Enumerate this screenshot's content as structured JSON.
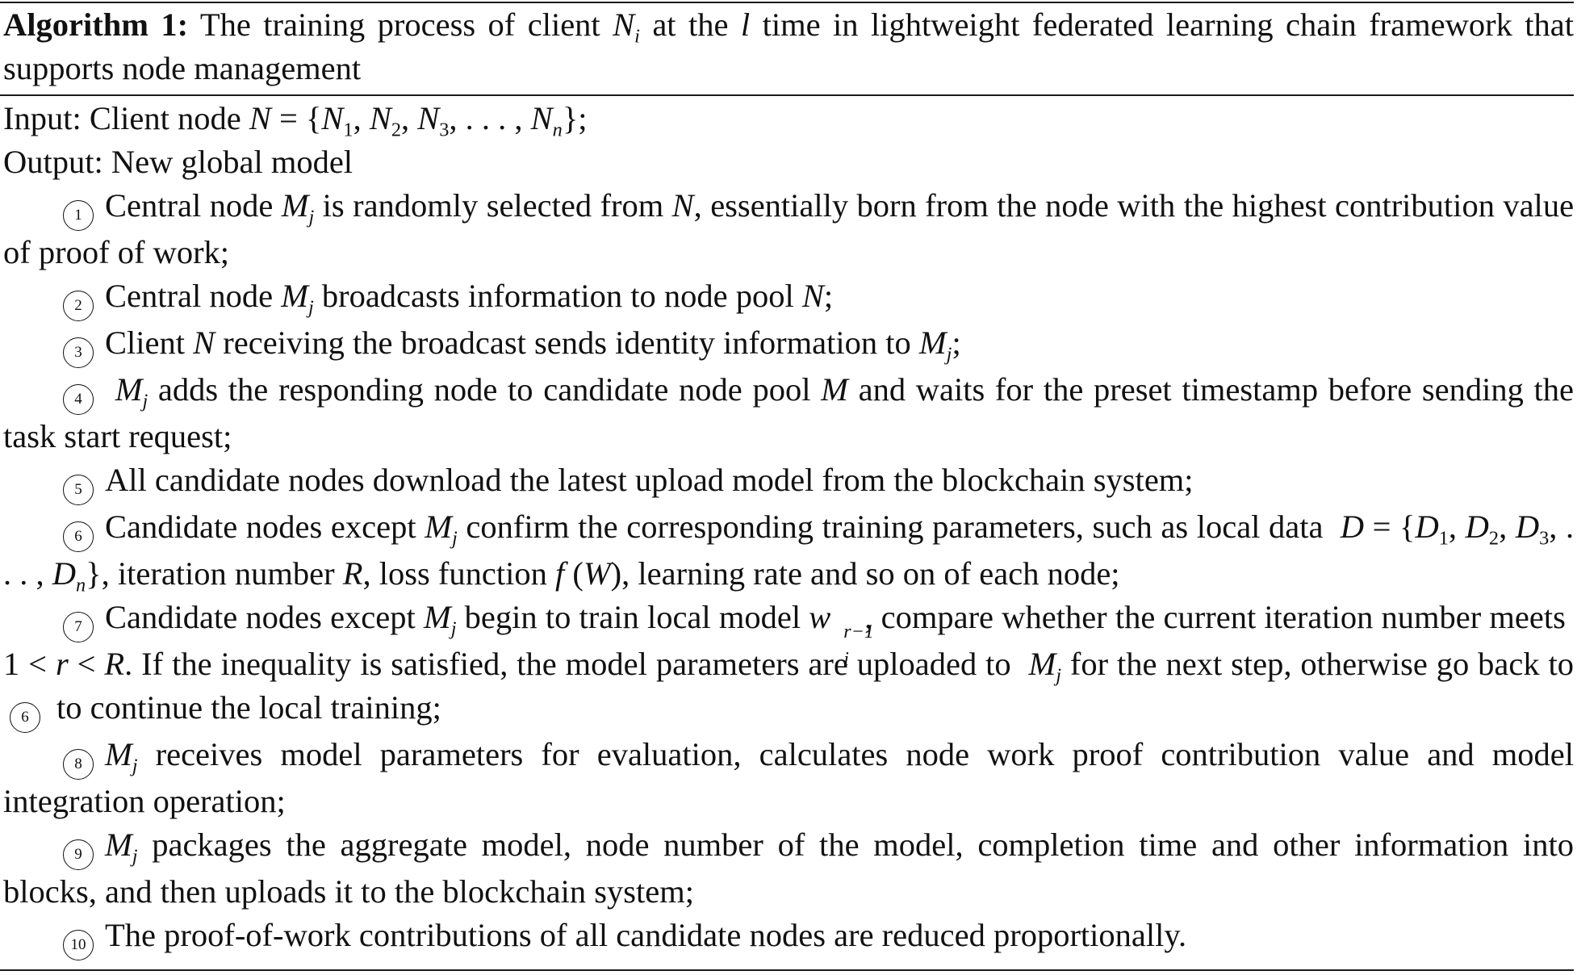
{
  "algorithm": {
    "label": "Algorithm 1:",
    "title_before": "The training process of client",
    "title_mid": "at the",
    "title_after": "time in lightweight federated learning chain framework that supports node management",
    "input_prefix": "Input: Client node",
    "output": "Output: New global model",
    "steps": [
      {
        "num": "1",
        "parts": [
          "Central node",
          "is randomly selected from",
          ", essentially born from the node with the highest contribution value of proof of work;"
        ]
      },
      {
        "num": "2",
        "parts": [
          "Central node",
          "broadcasts information to node pool",
          ";"
        ]
      },
      {
        "num": "3",
        "parts": [
          "Client",
          "receiving the broadcast sends identity information to",
          ";"
        ]
      },
      {
        "num": "4",
        "parts": [
          "adds the responding node to candidate node pool",
          "and waits for the preset timestamp  before sending the task start request;"
        ]
      },
      {
        "num": "5",
        "parts": [
          "All candidate nodes download the latest upload model from the blockchain  system;"
        ]
      },
      {
        "num": "6",
        "parts": [
          "Candidate nodes except",
          "confirm the corresponding training parameters, such as local data",
          ", iteration number",
          ", loss function",
          ", learning rate and so on  of each node;"
        ]
      },
      {
        "num": "7",
        "parts": [
          "Candidate nodes except",
          "begin to train local model",
          ", compare whether the current iteration number meets",
          ". If the inequality is satisfied, the model parameters are uploaded to",
          "for the next step, otherwise go back to",
          "to continue the local training;"
        ]
      },
      {
        "num": "8",
        "parts": [
          "receives model parameters for evaluation, calculates node work proof contribution value and model integration operation;"
        ]
      },
      {
        "num": "9",
        "parts": [
          "packages the aggregate model, node number of the model, completion time and other information into blocks, and then uploads  it to the blockchain  system;"
        ]
      },
      {
        "num": "10",
        "parts": [
          "The proof-of-work contributions of all candidate nodes are reduced proportionally."
        ]
      }
    ]
  }
}
